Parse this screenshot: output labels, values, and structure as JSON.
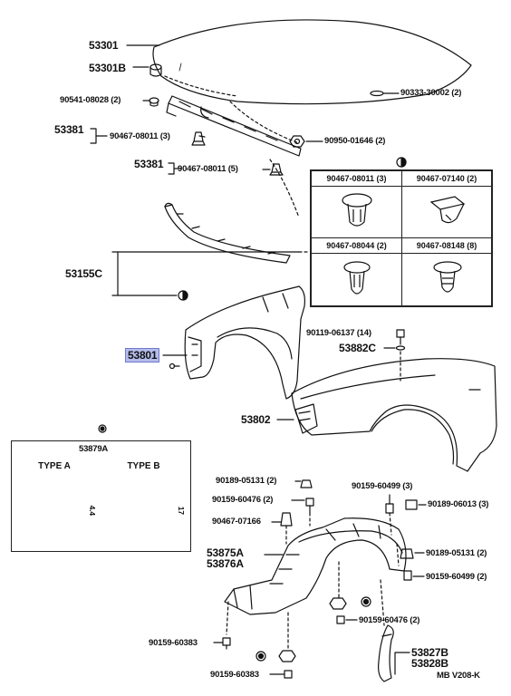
{
  "parts": {
    "p53301": "53301",
    "p53301b": "53301B",
    "p90541": "90541-08028 (2)",
    "p90333": "90333-30002 (2)",
    "p53381a": "53381",
    "p90467a": "90467-08011 (3)",
    "p90950": "90950-01646 (2)",
    "p53381b": "53381",
    "p90467b": "90467-08011 (5)",
    "p53155c": "53155C",
    "p53801": "53801",
    "p90119": "90119-06137 (14)",
    "p53882c": "53882C",
    "p53802": "53802",
    "p90189a": "90189-05131 (2)",
    "p90159a": "90159-60476 (2)",
    "p90467c": "90467-07166",
    "p90159b": "90159-60499 (3)",
    "p90189b": "90189-06013 (3)",
    "p53875a": "53875A",
    "p53876a": "53876A",
    "p90189c": "90189-05131 (2)",
    "p90159c": "90159-60499 (2)",
    "p90159d": "90159-60476 (2)",
    "p90159e": "90159-60383",
    "p90159f": "90159-60383",
    "p53827b": "53827B",
    "p53828b": "53828B"
  },
  "clips_table": {
    "cells": [
      "90467-08011 (3)",
      "90467-07140 (2)",
      "90467-08044 (2)",
      "90467-08148 (8)"
    ]
  },
  "type_inset": {
    "title": "53879A",
    "type_a": "TYPE A",
    "type_b": "TYPE B",
    "dim_a": "4.4",
    "dim_b": "17"
  },
  "footer": {
    "code": "MB V208-K"
  }
}
